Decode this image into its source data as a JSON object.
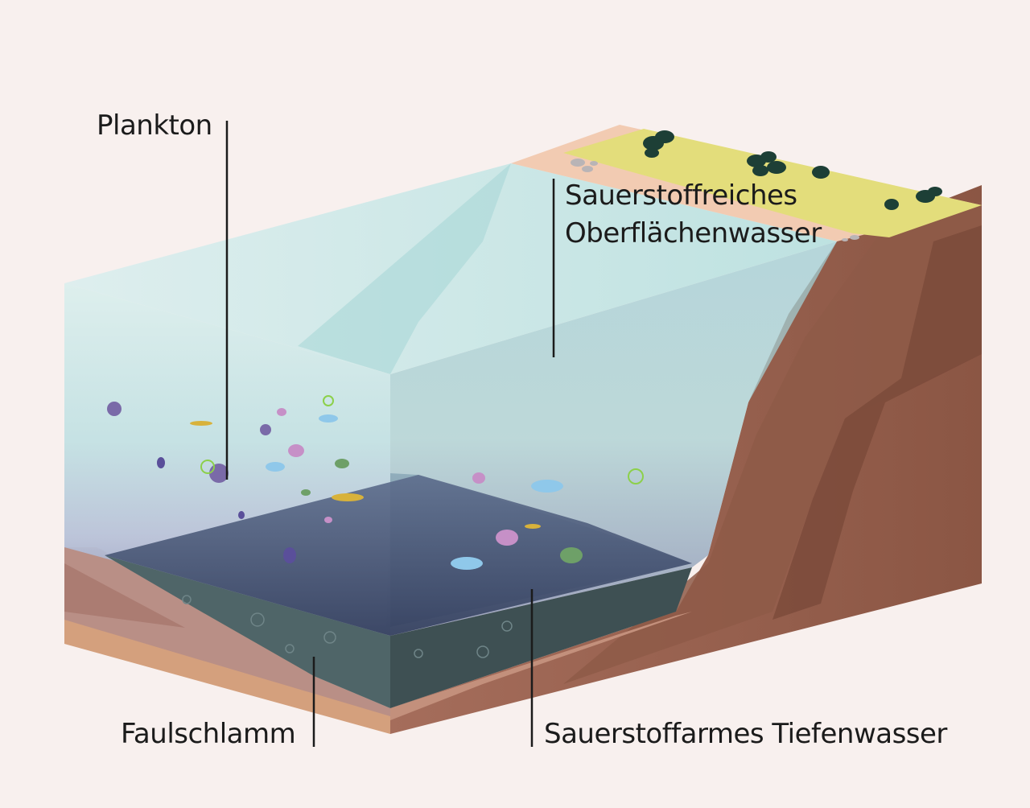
{
  "labels": {
    "plankton": "Plankton",
    "surface_line1": "Sauerstoffreiches",
    "surface_line2": "Oberflächenwasser",
    "sludge": "Faulschlamm",
    "deep": "Sauerstoffarmes Tiefenwasser"
  },
  "colors": {
    "background": "#f8f0ee",
    "land": "#e2dd79",
    "beach": "#f3cfb3",
    "cliff": "#9b6452",
    "cliff_dark": "#7e4e3e",
    "surface_water": "#bfe2e2",
    "deep_water": "#3d4c6a",
    "sludge": "#4e6467",
    "sediment": "#d39f7c",
    "trees": "#1d3f36"
  }
}
